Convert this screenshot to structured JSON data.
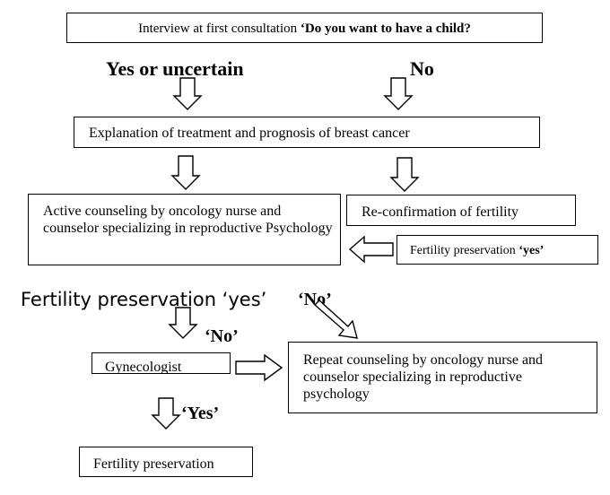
{
  "interview": {
    "prefix": "Interview at first consultation ",
    "question": "‘Do you want to have a child?"
  },
  "branch_yes_label": "Yes or uncertain",
  "branch_no_label": "No",
  "explanation": "Explanation of treatment and prognosis of breast cancer",
  "active_counseling": "Active counseling by oncology nurse and counselor specializing in reproductive Psychology",
  "reconfirmation": "Re-confirmation of fertility",
  "fp_yes_small": {
    "prefix": "Fertility preservation ",
    "answer": "‘yes’"
  },
  "fp_yes_large": "Fertility preservation ‘yes’",
  "no_label_right": "‘No’",
  "no_label_left": "‘No’",
  "gynecologist": "Gynecologist",
  "repeat_counseling": "Repeat counseling by oncology nurse and counselor specializing in reproductive psychology",
  "yes_label": "‘Yes’",
  "fertility_preservation": "Fertility preservation"
}
